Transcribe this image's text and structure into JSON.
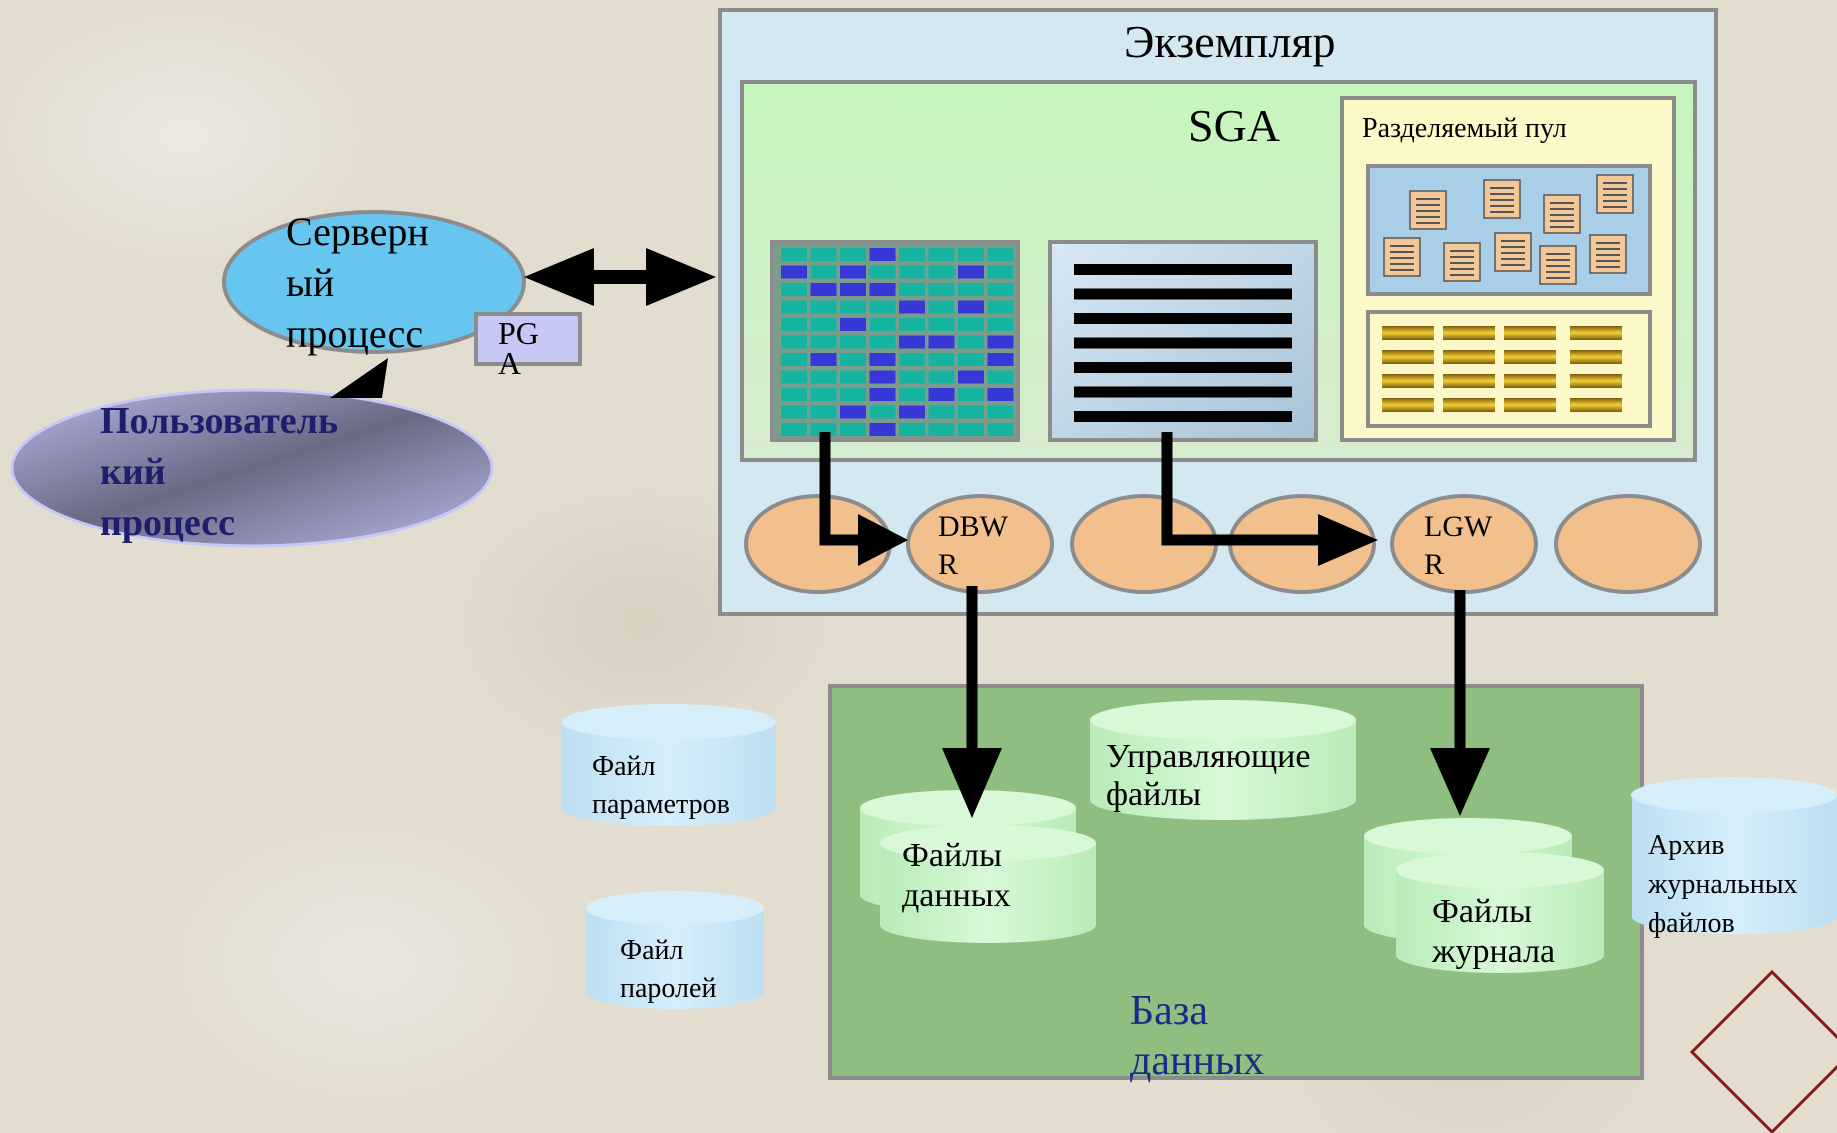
{
  "instance": {
    "title": "Экземпляр"
  },
  "sga": {
    "title": "SGA",
    "shared_pool": {
      "title": "Разделяемый пул"
    }
  },
  "server_process": {
    "line1": "Серверн",
    "line2": "ый",
    "line3": "процесс"
  },
  "pga": {
    "line1": "PG",
    "line2": "A"
  },
  "user_process": {
    "line1": "Пользователь",
    "line2": "кий",
    "line3": "процесс"
  },
  "background_processes": {
    "dbwr": {
      "line1": "DBW",
      "line2": "R"
    },
    "lgwr": {
      "line1": "LGW",
      "line2": "R"
    }
  },
  "database": {
    "title_line1": "База",
    "title_line2": "данных",
    "control_files": {
      "line1": "Управляющие",
      "line2": "файлы"
    },
    "data_files": {
      "line1": "Файлы",
      "line2": "данных"
    },
    "redo_log_files": {
      "line1": "Файлы",
      "line2": "журнала"
    }
  },
  "parameter_file": {
    "line1": "Файл",
    "line2": "параметров"
  },
  "password_file": {
    "line1": "Файл",
    "line2": "паролей"
  },
  "archived_logs": {
    "line1": "Архив",
    "line2": "журнальных",
    "line3": "файлов"
  },
  "colors": {
    "instance_fill": "#d4e8f2",
    "sga_fill": "#ccf2c4",
    "shared_pool_fill": "#fcf8c8",
    "database_fill": "#8fbf80",
    "process_fill": "#f2c08c",
    "server_fill": "#66c6f0",
    "cylinder_blue": "#c8e6f6",
    "cylinder_green": "#c8f0c8"
  }
}
